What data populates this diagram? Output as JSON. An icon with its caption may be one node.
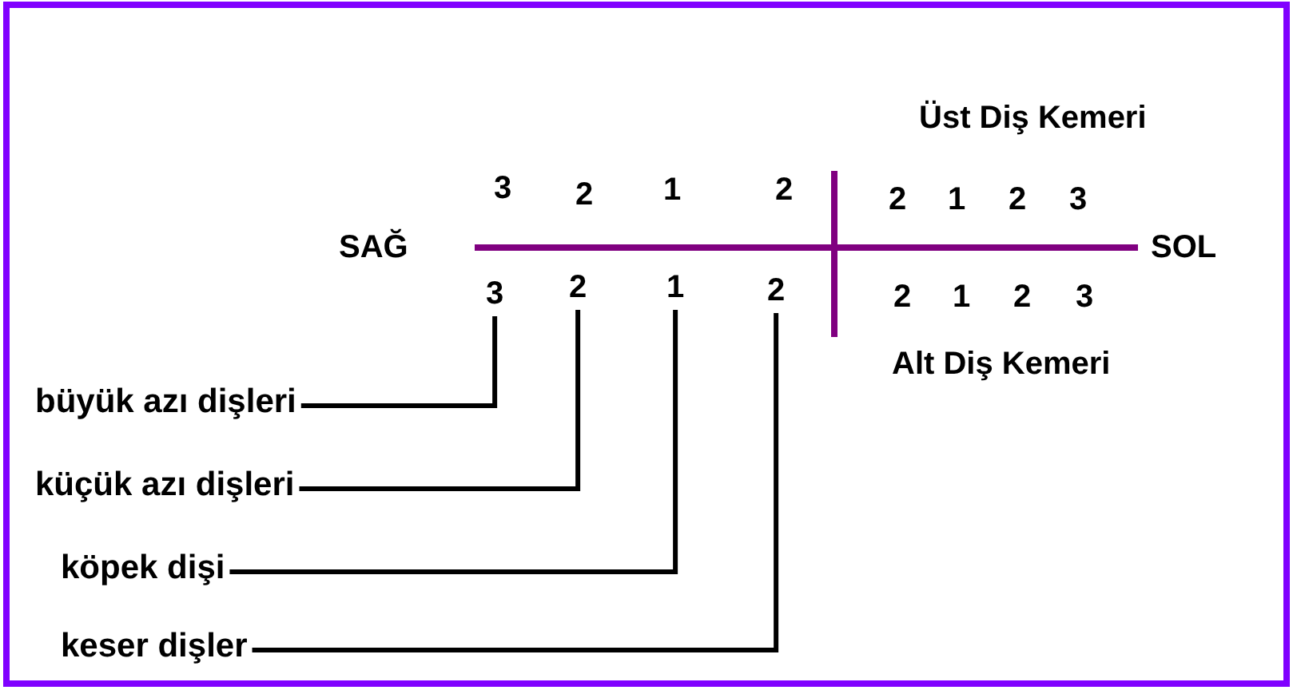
{
  "diagram": {
    "nodes": [
      {
        "text": [
          "3"
        ]
      },
      {
        "text": [
          "2"
        ]
      },
      {
        "text": [
          "1"
        ]
      },
      {
        "text": [
          "2"
        ]
      },
      {
        "text": [
          "büyük azı dişleri"
        ]
      },
      {
        "text": [
          "küçük azı dişleri"
        ]
      },
      {
        "text": [
          "köpek dişi"
        ]
      },
      {
        "text": [
          "keser dişler"
        ]
      }
    ],
    "edges": [
      {
        "from": 4,
        "to": 0,
        "arrow": "none"
      },
      {
        "from": 5,
        "to": 1,
        "arrow": "none"
      },
      {
        "from": 6,
        "to": 2,
        "arrow": "none"
      },
      {
        "from": 7,
        "to": 3,
        "arrow": "none"
      }
    ],
    "labels": [
      "Üst Diş Kemeri",
      "3",
      "2",
      "1",
      "2",
      "2",
      "1",
      "2",
      "3",
      "SAĞ",
      "SOL",
      "2",
      "1",
      "2",
      "3",
      "Alt Diş Kemeri"
    ]
  }
}
